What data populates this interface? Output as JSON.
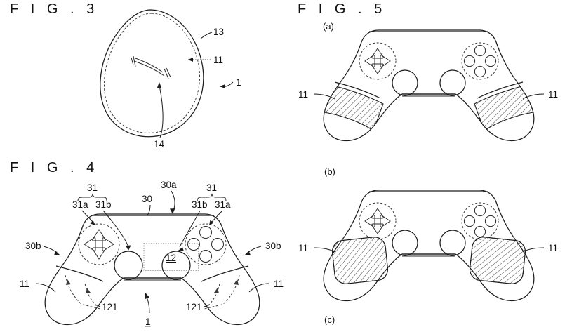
{
  "document": {
    "type": "patent-drawing-sheet",
    "background_color": "#ffffff",
    "line_color": "#1c1c1c"
  },
  "figures": [
    {
      "id": "fig3",
      "title": "F I G . 3",
      "subject": "egg-shaped housing cross-section",
      "reference_numerals": [
        {
          "label": "13",
          "meaning": "outer shell outline"
        },
        {
          "label": "11",
          "meaning": "inner dashed contour layer"
        },
        {
          "label": "1",
          "meaning": "whole apparatus"
        },
        {
          "label": "14",
          "meaning": "curved bracket marking on surface"
        }
      ]
    },
    {
      "id": "fig4",
      "title": "F I G . 4",
      "subject": "game controller top plan view with callouts",
      "reference_numerals": [
        {
          "label": "31",
          "meaning": "operation member group (left)"
        },
        {
          "label": "31a",
          "meaning": "direction pad"
        },
        {
          "label": "31b",
          "meaning": "analog stick"
        },
        {
          "label": "30",
          "meaning": "controller body"
        },
        {
          "label": "30a",
          "meaning": "upper edge of body"
        },
        {
          "label": "30b",
          "meaning": "side edge of body"
        },
        {
          "label": "12",
          "meaning": "touch pad / center panel"
        },
        {
          "label": "11",
          "meaning": "grip region"
        },
        {
          "label": "121",
          "meaning": "grip inner boundary lines"
        },
        {
          "label": "1",
          "meaning": "whole apparatus"
        }
      ],
      "center_panel_label": "12",
      "apparatus_label": "1"
    },
    {
      "id": "fig5",
      "title": "F I G . 5",
      "subject": "three variants of grip contact region",
      "panels": [
        {
          "key": "a",
          "label": "(a)",
          "region_shape": "band across grip",
          "numerals": [
            "11",
            "11"
          ]
        },
        {
          "key": "b",
          "label": "(b)",
          "region_shape": "rounded rectangle patch",
          "numerals": [
            "11",
            "11"
          ]
        },
        {
          "key": "c",
          "label": "(c)",
          "region_shape": "none shown"
        }
      ]
    }
  ],
  "fig3_labels": {
    "n13": "13",
    "n11": "11",
    "n1": "1",
    "n14": "14"
  },
  "fig4_labels": {
    "brace_left": "31",
    "brace_right": "31",
    "left_a": "31a",
    "left_b": "31b",
    "right_b": "31b",
    "right_a": "31a",
    "n30": "30",
    "n30a": "30a",
    "n30b_left": "30b",
    "n30b_right": "30b",
    "n12": "12",
    "n11_left": "11",
    "n11_right": "11",
    "n121_left": "121",
    "n121_right": "121",
    "n1": "1"
  },
  "fig5_labels": {
    "a_left": "11",
    "a_right": "11",
    "b_left": "11",
    "b_right": "11",
    "panel_a": "(a)",
    "panel_b": "(b)",
    "panel_c": "(c)"
  }
}
